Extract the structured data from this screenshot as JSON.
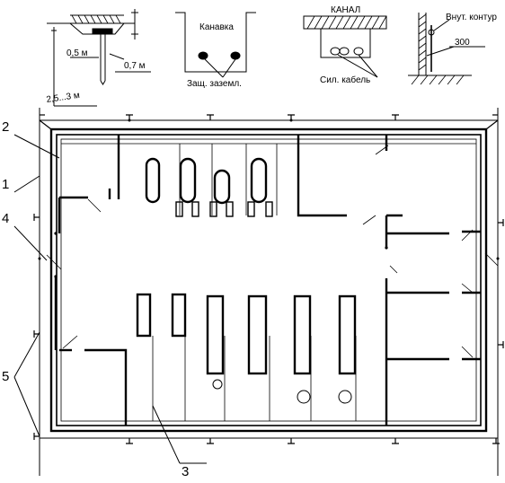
{
  "details": {
    "ground_electrode": {
      "depth": "0,7 м",
      "width": "0,5 м",
      "length": "2,5...3 м"
    },
    "trench": {
      "title": "Канавка",
      "conductor": "Защ. заземл."
    },
    "channel": {
      "title": "КАНАЛ",
      "cable": "Сил. кабель"
    },
    "wall": {
      "contour": "Внут. контур",
      "offset": "300"
    }
  },
  "callouts": [
    "1",
    "2",
    "3",
    "4",
    "5"
  ]
}
